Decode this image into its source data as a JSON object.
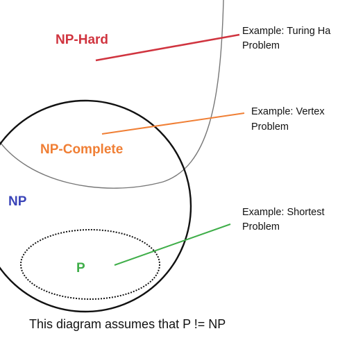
{
  "labels": {
    "np_hard": "NP-Hard",
    "np_complete": "NP-Complete",
    "np": "NP",
    "p": "P"
  },
  "examples": {
    "np_hard": {
      "line1": "Example: Turing Ha",
      "line2": "Problem"
    },
    "np_complete": {
      "line1": "Example: Vertex",
      "line2": "Problem"
    },
    "p": {
      "line1": "Example: Shortest",
      "line2": "Problem"
    }
  },
  "caption": "This diagram assumes that P != NP",
  "colors": {
    "np_hard": "#d0343f",
    "np_complete": "#f07f35",
    "np": "#3a44b8",
    "p": "#3fae49",
    "outline": "#111111",
    "np_hard_boundary": "#777777"
  }
}
